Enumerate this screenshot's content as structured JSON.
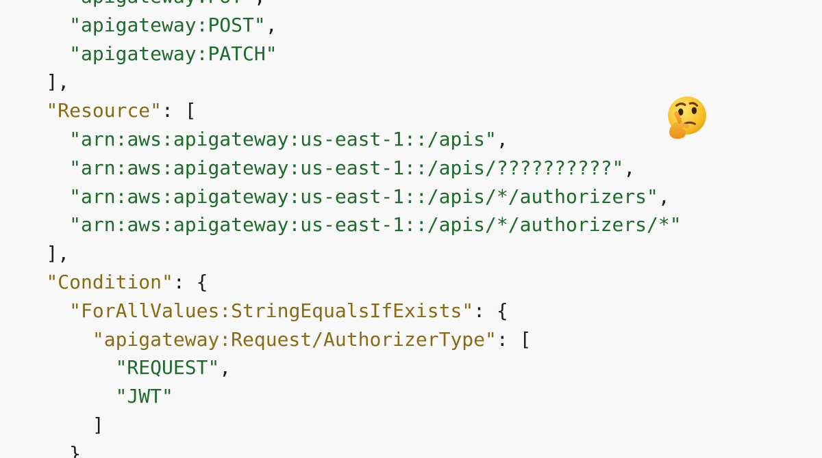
{
  "lines": [
    {
      "indent": 6,
      "parts": [
        {
          "t": "str",
          "v": "\"apigateway:PUT\""
        },
        {
          "t": "punct",
          "v": ","
        }
      ]
    },
    {
      "indent": 6,
      "parts": [
        {
          "t": "str",
          "v": "\"apigateway:POST\""
        },
        {
          "t": "punct",
          "v": ","
        }
      ]
    },
    {
      "indent": 6,
      "parts": [
        {
          "t": "str",
          "v": "\"apigateway:PATCH\""
        }
      ]
    },
    {
      "indent": 4,
      "parts": [
        {
          "t": "punct",
          "v": "],"
        }
      ]
    },
    {
      "indent": 4,
      "parts": [
        {
          "t": "key",
          "v": "\"Resource\""
        },
        {
          "t": "punct",
          "v": ": ["
        }
      ]
    },
    {
      "indent": 6,
      "parts": [
        {
          "t": "str",
          "v": "\"arn:aws:apigateway:us-east-1::/apis\""
        },
        {
          "t": "punct",
          "v": ","
        }
      ]
    },
    {
      "indent": 6,
      "parts": [
        {
          "t": "str",
          "v": "\"arn:aws:apigateway:us-east-1::/apis/??????????\""
        },
        {
          "t": "punct",
          "v": ","
        }
      ]
    },
    {
      "indent": 6,
      "parts": [
        {
          "t": "str",
          "v": "\"arn:aws:apigateway:us-east-1::/apis/*/authorizers\""
        },
        {
          "t": "punct",
          "v": ","
        }
      ]
    },
    {
      "indent": 6,
      "parts": [
        {
          "t": "str",
          "v": "\"arn:aws:apigateway:us-east-1::/apis/*/authorizers/*\""
        }
      ]
    },
    {
      "indent": 4,
      "parts": [
        {
          "t": "punct",
          "v": "],"
        }
      ]
    },
    {
      "indent": 4,
      "parts": [
        {
          "t": "key",
          "v": "\"Condition\""
        },
        {
          "t": "punct",
          "v": ": {"
        }
      ]
    },
    {
      "indent": 6,
      "parts": [
        {
          "t": "key",
          "v": "\"ForAllValues:StringEqualsIfExists\""
        },
        {
          "t": "punct",
          "v": ": {"
        }
      ]
    },
    {
      "indent": 8,
      "parts": [
        {
          "t": "key",
          "v": "\"apigateway:Request/AuthorizerType\""
        },
        {
          "t": "punct",
          "v": ": ["
        }
      ]
    },
    {
      "indent": 10,
      "parts": [
        {
          "t": "str",
          "v": "\"REQUEST\""
        },
        {
          "t": "punct",
          "v": ","
        }
      ]
    },
    {
      "indent": 10,
      "parts": [
        {
          "t": "str",
          "v": "\"JWT\""
        }
      ]
    },
    {
      "indent": 8,
      "parts": [
        {
          "t": "punct",
          "v": "]"
        }
      ]
    },
    {
      "indent": 6,
      "parts": [
        {
          "t": "punct",
          "v": "}"
        }
      ]
    }
  ],
  "annotation": {
    "icon": "thinking-face-icon"
  },
  "colors": {
    "background": "#f8f8f8",
    "key": "#8a6a12",
    "string": "#1d6b2a",
    "punctuation": "#1e1e1e"
  }
}
